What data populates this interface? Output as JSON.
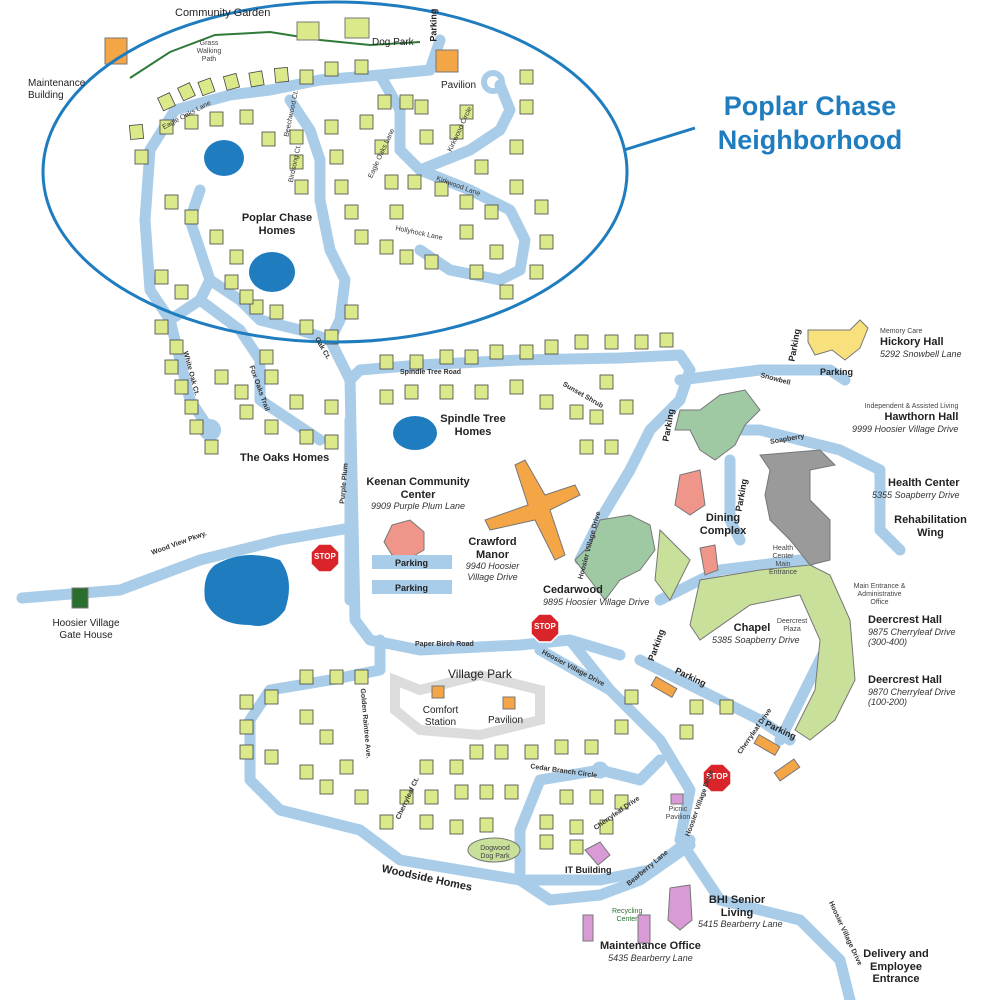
{
  "callout": {
    "line1": "Poplar Chase",
    "line2": "Neighborhood"
  },
  "neighborhoods": {
    "poplar_chase": "Poplar Chase Homes",
    "spindle_tree": "Spindle Tree Homes",
    "oaks": "The Oaks Homes",
    "woodside": "Woodside Homes",
    "village_park": "Village Park"
  },
  "places": {
    "community_garden": "Community Garden",
    "dog_park": "Dog Park",
    "maintenance_building": "Maintenance Building",
    "grass_path": "Grass Walking Path",
    "pavilion_top": "Pavilion",
    "gate_house": "Hoosier Village Gate House",
    "comfort_station": "Comfort Station",
    "pavilion_park": "Pavilion",
    "picnic_pavilion": "Picnic Pavilion",
    "dogwood_dog_park": "Dogwood Dog Park",
    "it_building": "IT Building",
    "recycling": "Recycling Center",
    "delivery": "Delivery and Employee Entrance",
    "parking": "Parking",
    "stop": "STOP"
  },
  "buildings": {
    "hickory": {
      "tag": "Memory Care",
      "name": "Hickory Hall",
      "addr": "5292 Snowbell Lane"
    },
    "hawthorn": {
      "tag": "Independent & Assisted Living",
      "name": "Hawthorn Hall",
      "addr": "9999 Hoosier Village Drive"
    },
    "health": {
      "name": "Health Center",
      "addr": "5355 Soapberry Drive"
    },
    "rehab": {
      "name": "Rehabilitation Wing"
    },
    "dining": {
      "name": "Dining Complex"
    },
    "keenan": {
      "name": "Keenan Community Center",
      "addr": "9909 Purple Plum Lane"
    },
    "crawford": {
      "name": "Crawford Manor",
      "addr": "9940 Hoosier Village Drive"
    },
    "cedarwood": {
      "name": "Cedarwood",
      "addr": "9895 Hoosier Village Drive"
    },
    "chapel": {
      "name": "Chapel",
      "addr": "5385 Soapberry Drive"
    },
    "deercrest1": {
      "name": "Deercrest Hall",
      "addr": "9875 Cherryleaf Drive",
      "units": "(300-400)"
    },
    "deercrest2": {
      "name": "Deercrest Hall",
      "addr": "9870 Cherryleaf Drive",
      "units": "(100-200)"
    },
    "deercrest_plaza": "Deercrest Plaza",
    "main_entrance": "Main Entrance & Administrative Office",
    "health_entrance": "Health Center Main Entrance",
    "bhi": {
      "name": "BHI Senior Living",
      "addr": "5415 Bearberry Lane"
    },
    "maintenance_office": {
      "name": "Maintenance Office",
      "addr": "5435 Bearberry Lane"
    }
  },
  "streets": {
    "eagle_oaks": "Eagle Oaks Lane",
    "beechwood": "Beechwood Ct.",
    "birdsong": "Birdsong Ct.",
    "eagle_oaks2": "Eagle Oaks Lane",
    "kirkwood_circle": "Kirkwood Circle",
    "kirkwood_lane": "Kirkwood Lane",
    "hollyhock": "Hollyhock Lane",
    "wood_view": "Wood View Pkwy.",
    "purple_plum": "Purple Plum",
    "spindle_tree_road": "Spindle Tree Road",
    "sunset_shrub": "Sunset Shrub",
    "paper_birch": "Paper Birch Road",
    "hoosier_village_drive": "Hoosier Village Drive",
    "snowbell": "Snowbell",
    "soapberry": "Soapberry",
    "cherryleaf": "Cherryleaf Drive",
    "cedar_branch": "Cedar Branch Circle",
    "golden_raintree": "Golden Raintree Ave.",
    "cherryleaf_ct": "Cherryleaf Ct.",
    "bearberry": "Bearberry Lane",
    "fox_oaks": "Fox Oaks Trail",
    "oak_ct": "Oak Ct.",
    "white_oak": "White Oak Ct."
  },
  "colors": {
    "road": "#a9cde9",
    "house": "#dbe98a",
    "water": "#1f7dbf",
    "callout": "#1f7dbf",
    "orange": "#f4a546",
    "green_bldg": "#c8e09a",
    "gray_bldg": "#9a9a9a",
    "pink_bldg": "#f0958a",
    "purple_bldg": "#d99bd6",
    "stop": "#d9252a"
  }
}
